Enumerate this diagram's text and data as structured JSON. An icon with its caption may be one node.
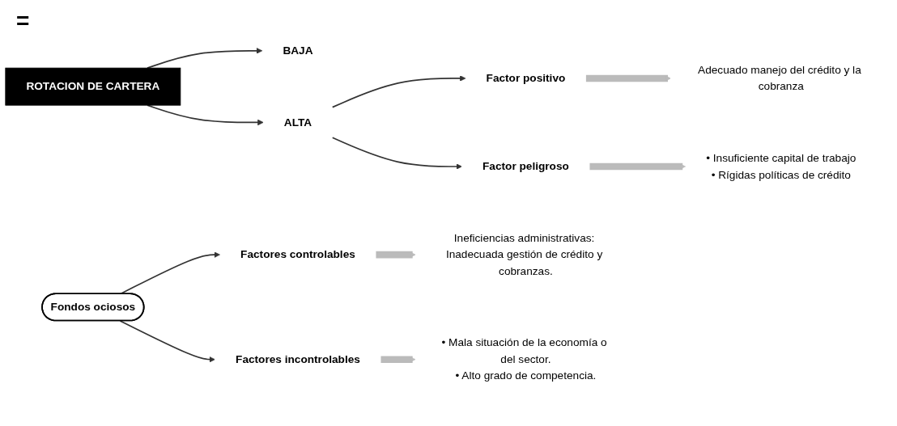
{
  "diagram": {
    "nodes": [
      {
        "text": [
          "ROTACION DE CARTERA"
        ]
      },
      {
        "text": [
          "BAJA"
        ]
      },
      {
        "text": [
          "Fondos ociosos"
        ]
      },
      {
        "text": [
          "Factores controlables"
        ]
      },
      {
        "text": [
          "Ineficiencias administrativas: Inadecuada gestión de crédito y cobranzas."
        ]
      },
      {
        "text": [
          "Factores incontrolables"
        ]
      },
      {
        "text": [
          "• Mala situación de la economía o del sector.",
          "• Alto grado de competencia."
        ]
      },
      {
        "text": [
          "ALTA"
        ]
      },
      {
        "text": [
          "Factor positivo"
        ]
      },
      {
        "text": [
          "Adecuado manejo del crédito y la cobranza"
        ]
      },
      {
        "text": [
          "Factor peligroso"
        ]
      },
      {
        "text": [
          "• Insuficiente capital de trabajo",
          "• Rígidas políticas de crédito"
        ]
      }
    ],
    "edges": [
      {
        "from": 0,
        "to": 1,
        "arrow": "to"
      },
      {
        "from": 0,
        "to": 7,
        "arrow": "to"
      },
      {
        "from": 2,
        "to": 3,
        "arrow": "to"
      },
      {
        "from": 2,
        "to": 5,
        "arrow": "to"
      },
      {
        "from": 3,
        "to": 4,
        "arrow": "to",
        "style": "thick",
        "color": "#bbbbbb"
      },
      {
        "from": 5,
        "to": 6,
        "arrow": "to",
        "style": "thick",
        "color": "#bbbbbb"
      },
      {
        "from": 7,
        "to": 8,
        "arrow": "to"
      },
      {
        "from": 7,
        "to": 10,
        "arrow": "to"
      },
      {
        "from": 8,
        "to": 9,
        "arrow": "to",
        "style": "thick",
        "color": "#bbbbbb"
      },
      {
        "from": 10,
        "to": 11,
        "arrow": "to",
        "style": "thick",
        "color": "#bbbbbb"
      }
    ],
    "labels": [
      "="
    ]
  }
}
